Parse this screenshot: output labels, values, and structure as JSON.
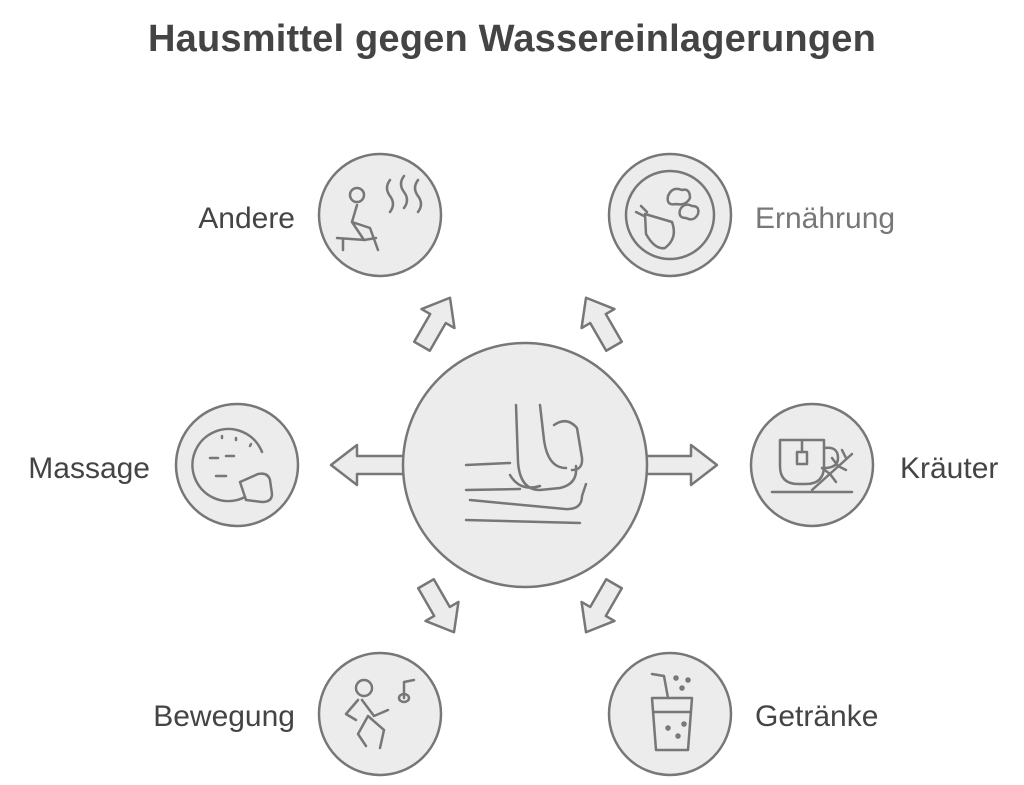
{
  "title": "Hausmittel gegen Wassereinlagerungen",
  "center": {
    "icon": "swollen-foot-icon"
  },
  "nodes": [
    {
      "id": "andere",
      "label": "Andere",
      "icon": "sauna-relax-icon"
    },
    {
      "id": "ernaehrung",
      "label": "Ernährung",
      "icon": "vegetable-plate-icon"
    },
    {
      "id": "massage",
      "label": "Massage",
      "icon": "face-massage-icon"
    },
    {
      "id": "kraeuter",
      "label": "Kräuter",
      "icon": "herbal-tea-icon"
    },
    {
      "id": "bewegung",
      "label": "Bewegung",
      "icon": "dancing-person-icon"
    },
    {
      "id": "getraenke",
      "label": "Getränke",
      "icon": "drink-glass-icon"
    }
  ],
  "colors": {
    "fill": "#ececec",
    "stroke": "#777777",
    "text": "#444444",
    "muted_text": "#777777"
  }
}
